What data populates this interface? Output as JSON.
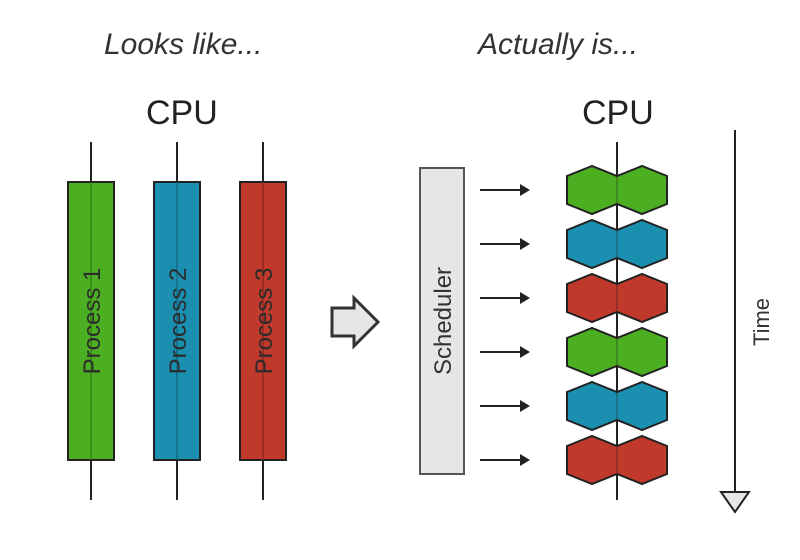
{
  "left": {
    "heading": "Looks like...",
    "cpu_label": "CPU",
    "processes": [
      {
        "label": "Process 1",
        "color": "#4caf22"
      },
      {
        "label": "Process 2",
        "color": "#1a8fb0"
      },
      {
        "label": "Process 3",
        "color": "#c0392b"
      }
    ]
  },
  "right": {
    "heading": "Actually is...",
    "cpu_label": "CPU",
    "scheduler_label": "Scheduler",
    "time_label": "Time",
    "slices": [
      {
        "color": "#4caf22"
      },
      {
        "color": "#1a8fb0"
      },
      {
        "color": "#c0392b"
      },
      {
        "color": "#4caf22"
      },
      {
        "color": "#1a8fb0"
      },
      {
        "color": "#c0392b"
      }
    ]
  },
  "colors": {
    "line": "#222222",
    "scheduler_fill": "#e6e6e6",
    "scheduler_stroke": "#555555"
  }
}
